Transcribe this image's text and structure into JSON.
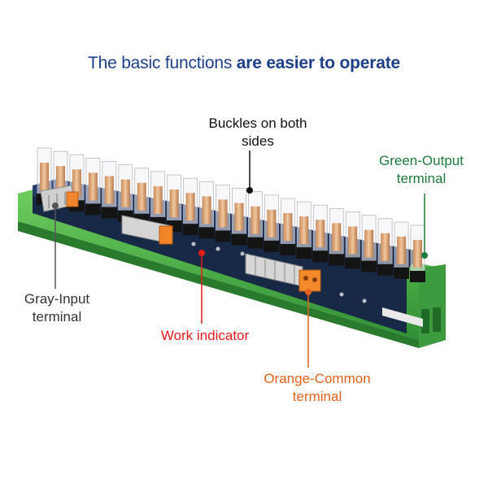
{
  "headline": {
    "lite": "The basic functions ",
    "bold": "are easier to operate"
  },
  "callouts": {
    "buckles": [
      "Buckles on both",
      "sides"
    ],
    "green_output": [
      "Green-Output",
      "terminal"
    ],
    "gray_input": [
      "Gray-Input",
      "terminal"
    ],
    "work_indicator": "Work indicator",
    "orange_common": [
      "Orange-Common",
      "terminal"
    ]
  },
  "colors": {
    "headline": "#1f3f8a",
    "green_output": "#1e7a3c",
    "work_indicator": "#e31c1c",
    "orange_common": "#e2621b",
    "rail": "#4caf50",
    "pcb": "#1d2f52",
    "relay": "#d9a57a"
  },
  "relay_count": 24
}
